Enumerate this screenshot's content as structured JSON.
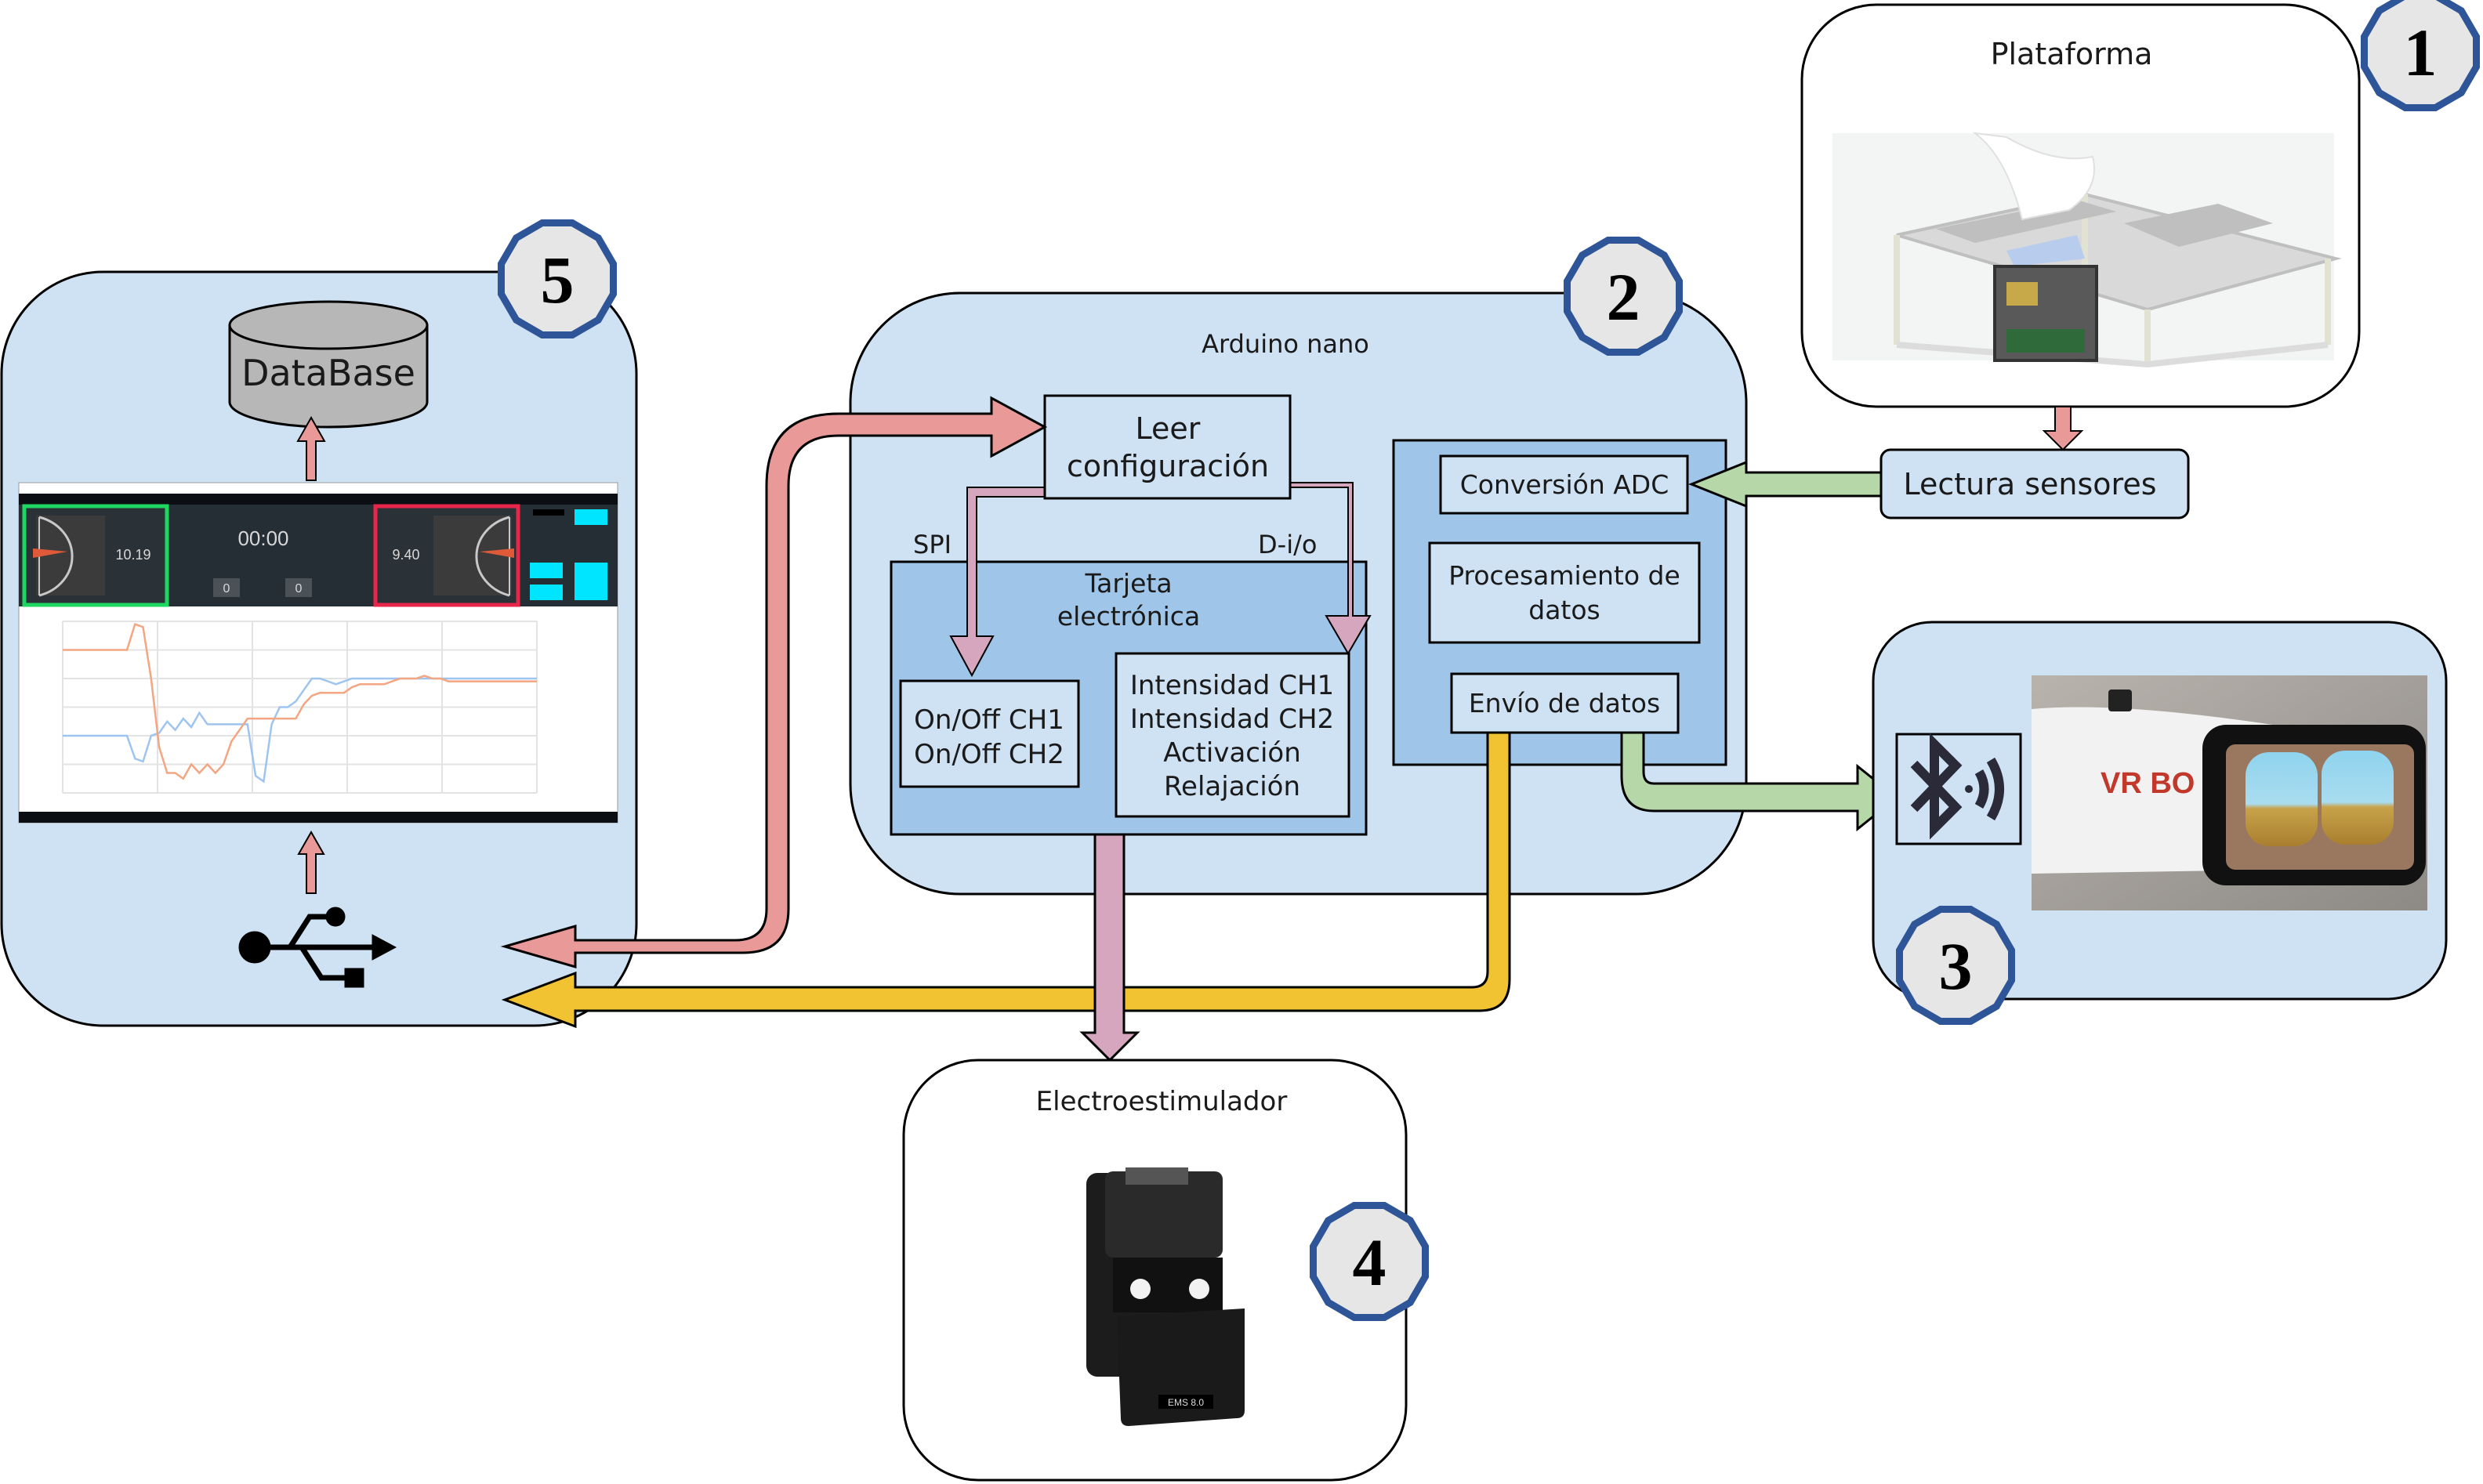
{
  "colors": {
    "block_fill": "#cfe2f3",
    "inner_panel_fill": "#9fc5e8",
    "arrow_red": "#ea9999",
    "arrow_pink": "#d5a6bd",
    "arrow_yellow": "#f1c232",
    "arrow_green": "#b6d7a8",
    "badge_border": "#2e5597",
    "badge_fill": "#e6e6e6",
    "database_fill": "#b7b7b7"
  },
  "badges": [
    {
      "number": "1",
      "block": "plataforma"
    },
    {
      "number": "2",
      "block": "arduino"
    },
    {
      "number": "3",
      "block": "vr"
    },
    {
      "number": "4",
      "block": "electroestimulador"
    },
    {
      "number": "5",
      "block": "pc"
    }
  ],
  "pc_block": {
    "database_label": "DataBase",
    "usb_icon": "usb-icon",
    "software": {
      "elapsed_time": "00:00",
      "left_gauge_value": "10.19",
      "right_gauge_value": "9.40",
      "minutes_value": "0",
      "seconds_value": "0",
      "left_gauge_color": "#1ed760",
      "right_gauge_color": "#e8264a",
      "button_color": "#00e5ff",
      "chart": {
        "type": "line",
        "series": [
          {
            "name": "series-blue",
            "color": "#9ec5f0",
            "values": [
              1,
              1,
              1,
              1,
              1,
              1,
              1,
              1,
              1,
              0.2,
              0.1,
              1,
              1.1,
              1.5,
              1.2,
              1.6,
              1.3,
              1.8,
              1.4,
              1.4,
              1.4,
              1.4,
              1.4,
              1.4,
              -0.4,
              -0.6,
              1.4,
              2,
              2,
              2.2,
              2.6,
              3,
              3,
              2.9,
              2.8,
              2.9,
              3,
              3,
              3,
              3,
              3,
              3,
              3,
              3,
              3,
              3,
              3,
              3,
              3,
              3,
              3,
              3,
              3,
              3,
              3,
              3,
              3,
              3,
              3,
              3
            ]
          },
          {
            "name": "series-orange",
            "color": "#f4a582",
            "values": [
              4,
              4,
              4,
              4,
              4,
              4,
              4,
              4,
              4,
              4.9,
              4.8,
              3,
              0.6,
              -0.3,
              -0.3,
              -0.5,
              0,
              -0.3,
              0,
              -0.3,
              0,
              0.8,
              1.2,
              1.6,
              1.6,
              1.6,
              1.6,
              1.6,
              1.6,
              1.6,
              2.1,
              2.4,
              2.5,
              2.5,
              2.5,
              2.5,
              2.7,
              2.8,
              2.8,
              2.8,
              2.8,
              2.9,
              3,
              3,
              3,
              3.1,
              3,
              3,
              2.9,
              2.9,
              2.9,
              2.9,
              2.9,
              2.9,
              2.9,
              2.9,
              2.9,
              2.9,
              2.9,
              2.9
            ]
          }
        ],
        "ylim": [
          -1,
          5
        ]
      }
    }
  },
  "arduino_block": {
    "title": "Arduino nano",
    "leer_config": [
      "Leer",
      "configuración"
    ],
    "spi_label": "SPI",
    "dio_label": "D-i/o",
    "tarjeta": [
      "Tarjeta",
      "electrónica"
    ],
    "onoff": [
      "On/Off CH1",
      "On/Off CH2"
    ],
    "intensidad": [
      "Intensidad CH1",
      "Intensidad CH2",
      "Activación",
      "Relajación"
    ],
    "conversion_adc": "Conversión ADC",
    "procesamiento": [
      "Procesamiento de",
      "datos"
    ],
    "envio": "Envío de datos"
  },
  "plataforma_block": {
    "title": "Plataforma",
    "lectura_sensores": "Lectura sensores"
  },
  "vr_block": {
    "bluetooth_icon": "bluetooth-icon",
    "brand_text": "VR BO"
  },
  "electro_block": {
    "title": "Electroestimulador",
    "device_label": "EMS 8.0"
  }
}
